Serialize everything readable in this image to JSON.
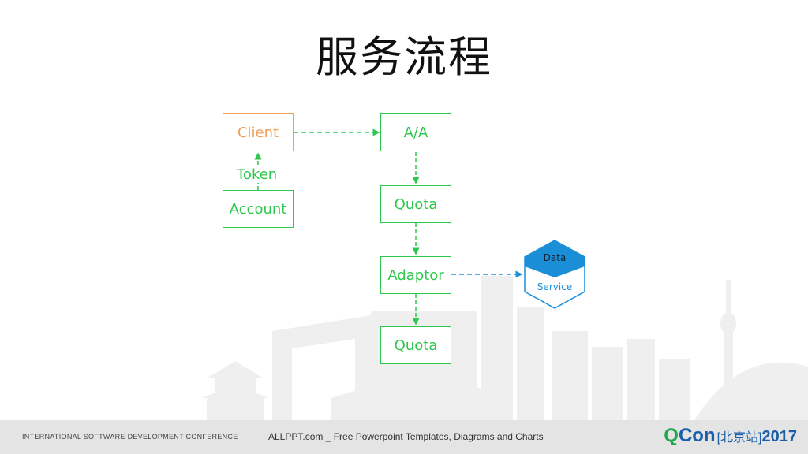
{
  "title": "服务流程",
  "nodes": {
    "client": "Client",
    "account": "Account",
    "aa": "A/A",
    "quota1": "Quota",
    "adaptor": "Adaptor",
    "quota2": "Quota"
  },
  "edge_label_token": "Token",
  "data_service": {
    "top": "Data",
    "bottom": "Service"
  },
  "footer": {
    "left": "INTERNATIONAL SOFTWARE DEVELOPMENT CONFERENCE",
    "center": "ALLPPT.com _ Free Powerpoint Templates, Diagrams and Charts",
    "brand_q": "Q",
    "brand_con": "Con",
    "brand_location": "[北京站]",
    "brand_year": "2017"
  },
  "colors": {
    "green": "#2dc84d",
    "orange": "#f0a05a",
    "blue": "#1a8fd8",
    "skyline": "#efefef"
  }
}
